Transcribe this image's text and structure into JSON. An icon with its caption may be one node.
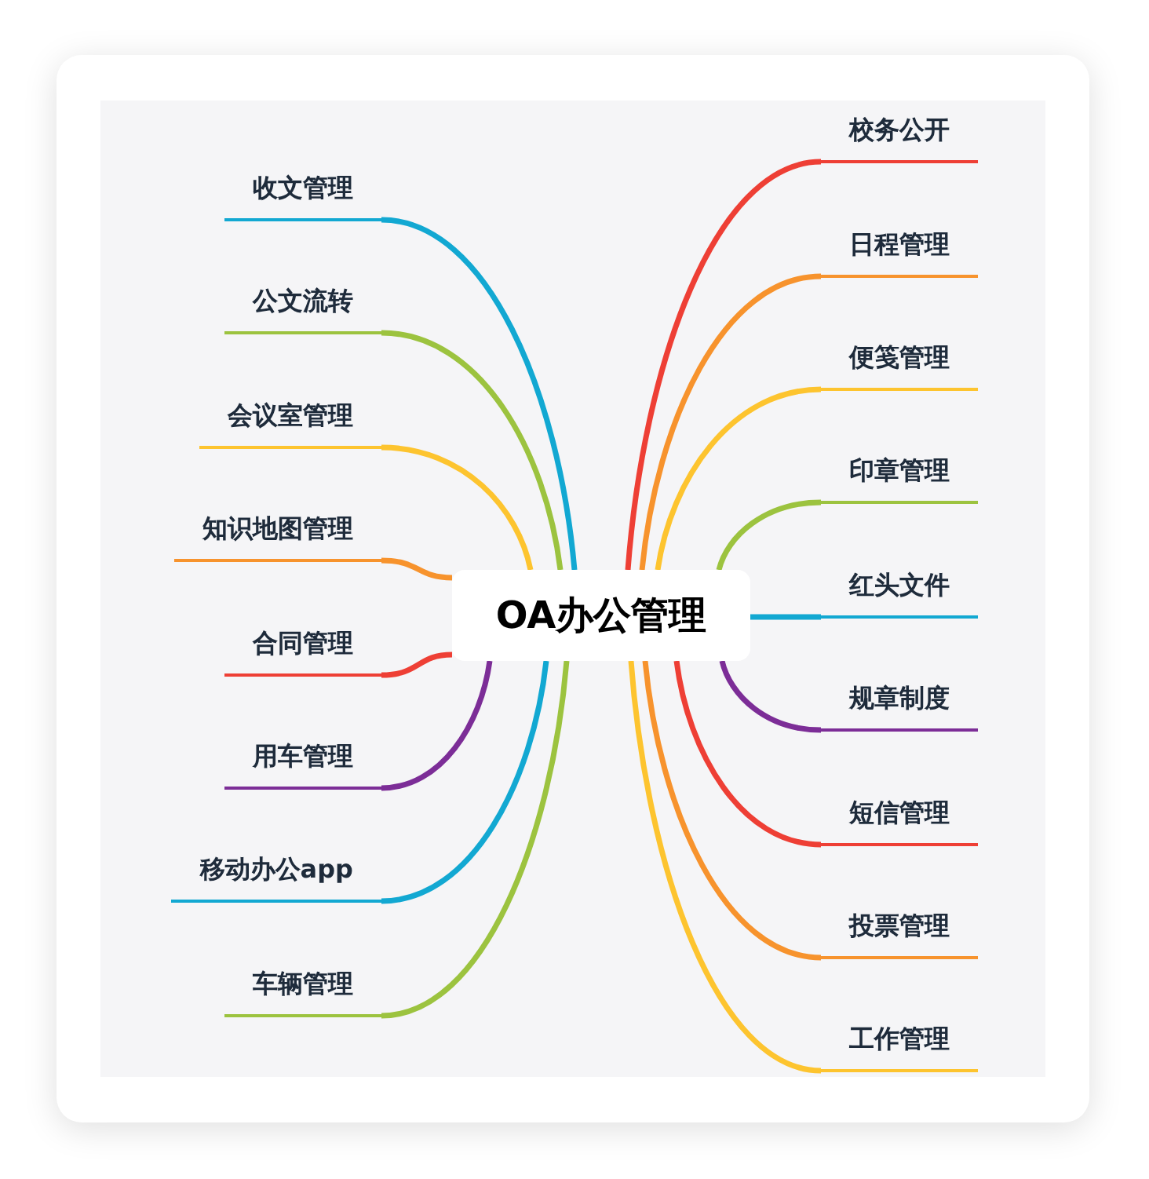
{
  "diagram": {
    "nodes": [
      {
        "text": [
          "OA办公管理"
        ]
      },
      {
        "text": [
          "收文管理"
        ]
      },
      {
        "text": [
          "公文流转"
        ]
      },
      {
        "text": [
          "会议室管理"
        ]
      },
      {
        "text": [
          "知识地图管理"
        ]
      },
      {
        "text": [
          "合同管理"
        ]
      },
      {
        "text": [
          "用车管理"
        ]
      },
      {
        "text": [
          "移动办公app"
        ]
      },
      {
        "text": [
          "车辆管理"
        ]
      },
      {
        "text": [
          "校务公开"
        ]
      },
      {
        "text": [
          "日程管理"
        ]
      },
      {
        "text": [
          "便笺管理"
        ]
      },
      {
        "text": [
          "印章管理"
        ]
      },
      {
        "text": [
          "红头文件"
        ]
      },
      {
        "text": [
          "规章制度"
        ]
      },
      {
        "text": [
          "短信管理"
        ]
      },
      {
        "text": [
          "投票管理"
        ]
      },
      {
        "text": [
          "工作管理"
        ]
      }
    ],
    "edges": [
      {
        "from": 0,
        "to": 1,
        "arrow": "none",
        "color": "#12a8d2"
      },
      {
        "from": 0,
        "to": 2,
        "arrow": "none",
        "color": "#9cc33f"
      },
      {
        "from": 0,
        "to": 3,
        "arrow": "none",
        "color": "#fdc42f"
      },
      {
        "from": 0,
        "to": 4,
        "arrow": "none",
        "color": "#f7932d"
      },
      {
        "from": 0,
        "to": 5,
        "arrow": "none",
        "color": "#ee3f35"
      },
      {
        "from": 0,
        "to": 6,
        "arrow": "none",
        "color": "#7c2d97"
      },
      {
        "from": 0,
        "to": 7,
        "arrow": "none",
        "color": "#12a8d2"
      },
      {
        "from": 0,
        "to": 8,
        "arrow": "none",
        "color": "#9cc33f"
      },
      {
        "from": 0,
        "to": 9,
        "arrow": "none",
        "color": "#ee3f35"
      },
      {
        "from": 0,
        "to": 10,
        "arrow": "none",
        "color": "#f7932d"
      },
      {
        "from": 0,
        "to": 11,
        "arrow": "none",
        "color": "#fdc42f"
      },
      {
        "from": 0,
        "to": 12,
        "arrow": "none",
        "color": "#9cc33f"
      },
      {
        "from": 0,
        "to": 13,
        "arrow": "none",
        "color": "#12a8d2"
      },
      {
        "from": 0,
        "to": 14,
        "arrow": "none",
        "color": "#7c2d97"
      },
      {
        "from": 0,
        "to": 15,
        "arrow": "none",
        "color": "#ee3f35"
      },
      {
        "from": 0,
        "to": 16,
        "arrow": "none",
        "color": "#f7932d"
      },
      {
        "from": 0,
        "to": 17,
        "arrow": "none",
        "color": "#fdc42f"
      }
    ]
  }
}
